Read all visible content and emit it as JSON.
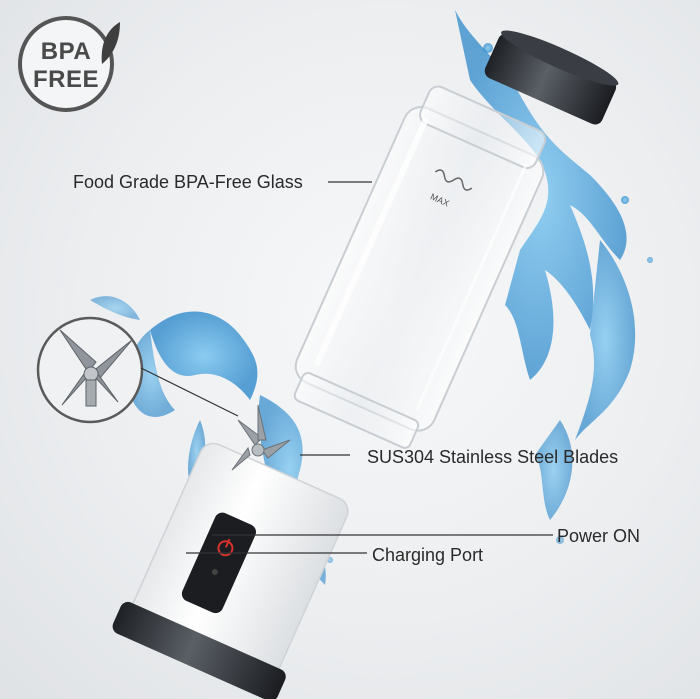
{
  "badge": {
    "line1": "BPA",
    "line2": "FREE"
  },
  "callouts": {
    "glass": "Food Grade BPA-Free Glass",
    "blades": "SUS304  Stainless Steel Blades",
    "power": "Power ON",
    "charging_port": "Charging Port"
  },
  "bottle_marking": "MAX",
  "colors": {
    "water": "#2a8fd4",
    "body_white": "#ffffff",
    "cap_dark": "#2b2e33",
    "text": "#2a2a2a"
  }
}
